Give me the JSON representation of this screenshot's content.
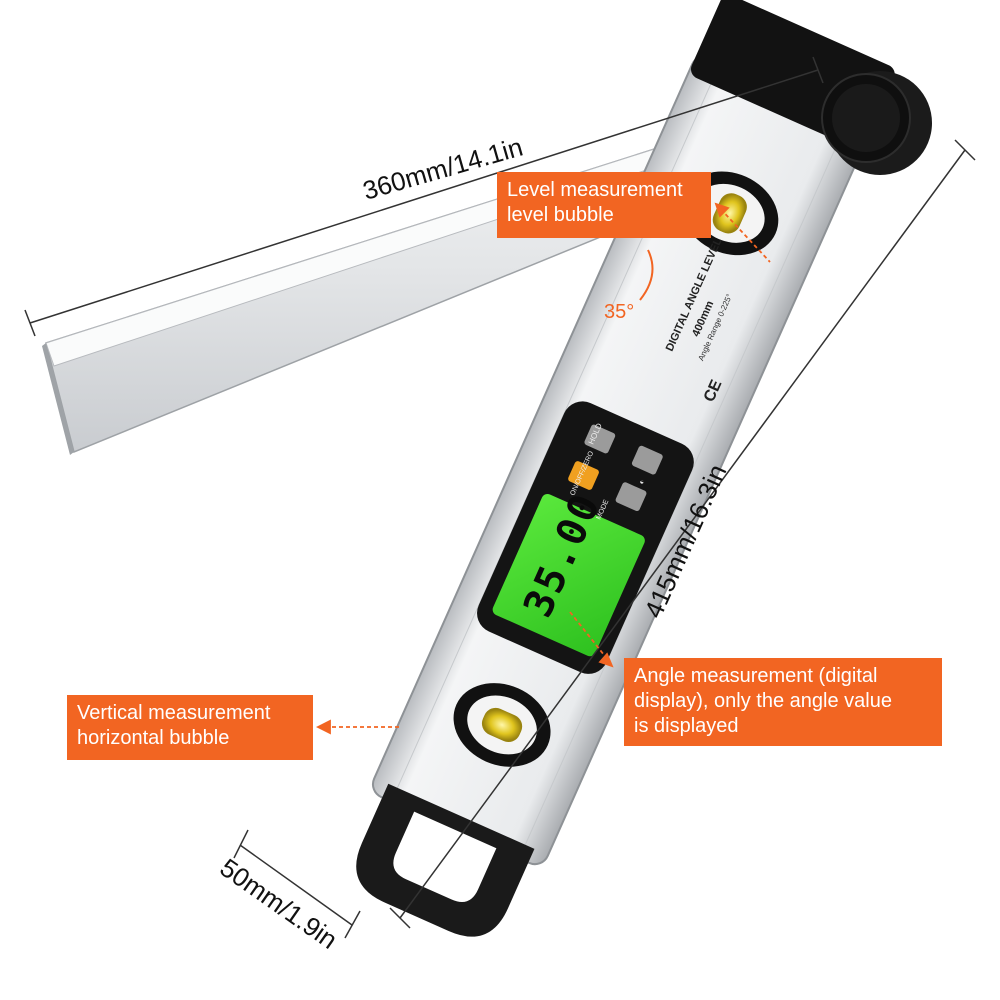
{
  "dimensions": {
    "width_label": "360mm/14.1in",
    "length_label": "415mm/16.3in",
    "thickness_label": "50mm/1.9in"
  },
  "angle_label": "35°",
  "callouts": {
    "level_bubble": "Level measurement\nlevel bubble",
    "vertical_bubble": "Vertical measurement\nhorizontal bubble",
    "digital_display": "Angle measurement (digital\ndisplay), only the angle value\nis displayed"
  },
  "device": {
    "title": "DIGITAL ANGLE LEVEL",
    "size": "400mm",
    "range": "Angle Range 0-225°",
    "mark": "CE",
    "display_value": "35.00",
    "buttons": {
      "hold": "HOLD",
      "on_off_zero": "ON/OFF/ZERO",
      "mode": "MODE",
      "backlight": "◐"
    }
  },
  "colors": {
    "accent": "#f26522",
    "lcd": "#39d42a",
    "aluminum": "#e6e8ea",
    "bubble": "#d9c21a"
  }
}
